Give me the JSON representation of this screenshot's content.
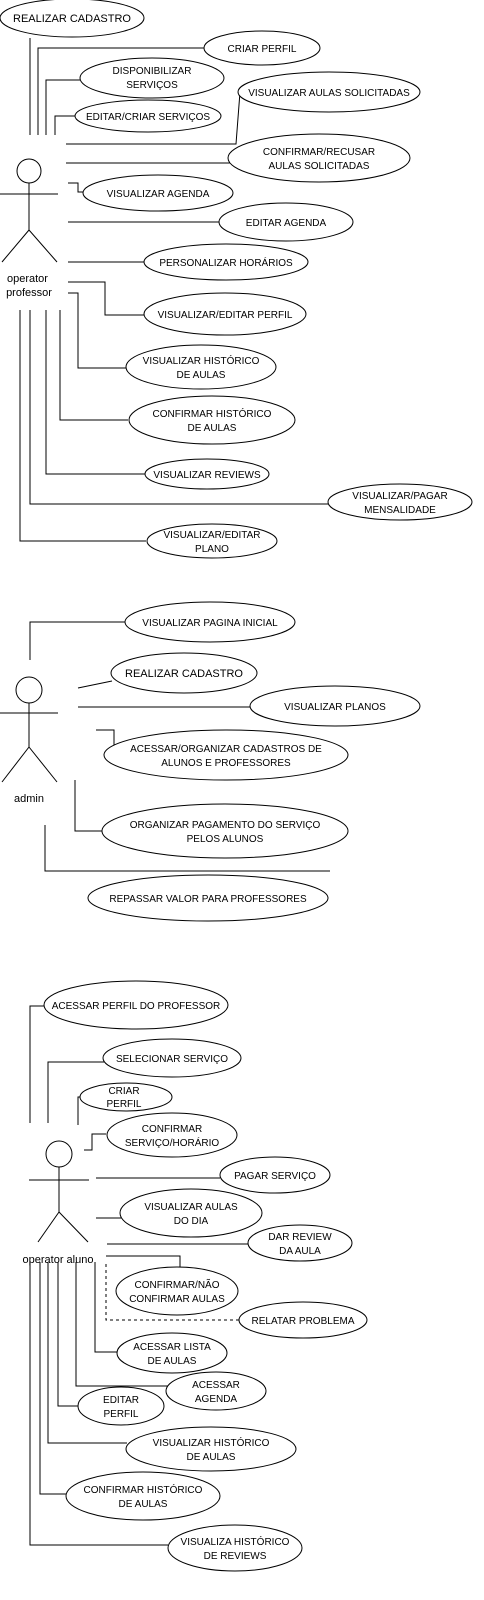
{
  "actors": [
    {
      "id": "professor",
      "lines": [
        "operator",
        "professor"
      ]
    },
    {
      "id": "admin",
      "lines": [
        "admin"
      ]
    },
    {
      "id": "aluno",
      "lines": [
        "operator aluno"
      ]
    }
  ],
  "use_cases": {
    "professor": [
      [
        "REALIZAR CADASTRO"
      ],
      [
        "CRIAR PERFIL"
      ],
      [
        "DISPONIBILIZAR",
        "SERVIÇOS"
      ],
      [
        "VISUALIZAR AULAS SOLICITADAS"
      ],
      [
        "EDITAR/CRIAR SERVIÇOS"
      ],
      [
        "CONFIRMAR/RECUSAR",
        "AULAS SOLICITADAS"
      ],
      [
        "VISUALIZAR AGENDA"
      ],
      [
        "EDITAR AGENDA"
      ],
      [
        "PERSONALIZAR HORÁRIOS"
      ],
      [
        "VISUALIZAR/EDITAR PERFIL"
      ],
      [
        "VISUALIZAR HISTÓRICO",
        "DE AULAS"
      ],
      [
        "CONFIRMAR HISTÓRICO",
        "DE AULAS"
      ],
      [
        "VISUALIZAR REVIEWS"
      ],
      [
        "VISUALIZAR/PAGAR",
        "MENSALIDADE"
      ],
      [
        "VISUALIZAR/EDITAR",
        "PLANO"
      ]
    ],
    "admin": [
      [
        "VISUALIZAR PAGINA INICIAL"
      ],
      [
        "REALIZAR CADASTRO"
      ],
      [
        "VISUALIZAR PLANOS"
      ],
      [
        "ACESSAR/ORGANIZAR CADASTROS DE",
        "ALUNOS E PROFESSORES"
      ],
      [
        "ORGANIZAR PAGAMENTO DO SERVIÇO",
        "PELOS ALUNOS"
      ],
      [
        "REPASSAR VALOR PARA PROFESSORES"
      ]
    ],
    "aluno": [
      [
        "ACESSAR PERFIL DO PROFESSOR"
      ],
      [
        "SELECIONAR SERVIÇO"
      ],
      [
        "CRIAR",
        "PERFIL"
      ],
      [
        "CONFIRMAR",
        "SERVIÇO/HORÁRIO"
      ],
      [
        "PAGAR SERVIÇO"
      ],
      [
        "VISUALIZAR AULAS",
        "DO DIA"
      ],
      [
        "DAR REVIEW",
        "DA AULA"
      ],
      [
        "CONFIRMAR/NÃO",
        "CONFIRMAR AULAS"
      ],
      [
        "RELATAR PROBLEMA"
      ],
      [
        "ACESSAR LISTA",
        "DE AULAS"
      ],
      [
        "ACESSAR",
        "AGENDA"
      ],
      [
        "EDITAR",
        "PERFIL"
      ],
      [
        "VISUALIZAR HISTÓRICO",
        "DE AULAS"
      ],
      [
        "CONFIRMAR HISTÓRICO",
        "DE AULAS"
      ],
      [
        "VISUALIZA HISTÓRICO",
        "DE REVIEWS"
      ]
    ]
  }
}
